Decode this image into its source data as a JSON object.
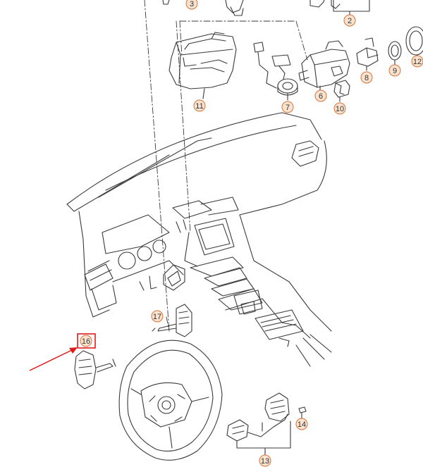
{
  "diagram": {
    "callouts": [
      {
        "id": "c2",
        "label": "2"
      },
      {
        "id": "c3",
        "label": "3"
      },
      {
        "id": "c6",
        "label": "6"
      },
      {
        "id": "c7",
        "label": "7"
      },
      {
        "id": "c8",
        "label": "8"
      },
      {
        "id": "c9",
        "label": "9"
      },
      {
        "id": "c10",
        "label": "10"
      },
      {
        "id": "c11",
        "label": "11"
      },
      {
        "id": "c12",
        "label": "12"
      },
      {
        "id": "c13",
        "label": "13"
      },
      {
        "id": "c14",
        "label": "14"
      },
      {
        "id": "c16",
        "label": "16",
        "highlighted": true
      },
      {
        "id": "c17",
        "label": "17"
      }
    ],
    "colors": {
      "line": "#3a3a3a",
      "callout_fill": "#fbe3cf",
      "callout_stroke": "#d8733a",
      "highlight": "#e01a1a"
    }
  }
}
